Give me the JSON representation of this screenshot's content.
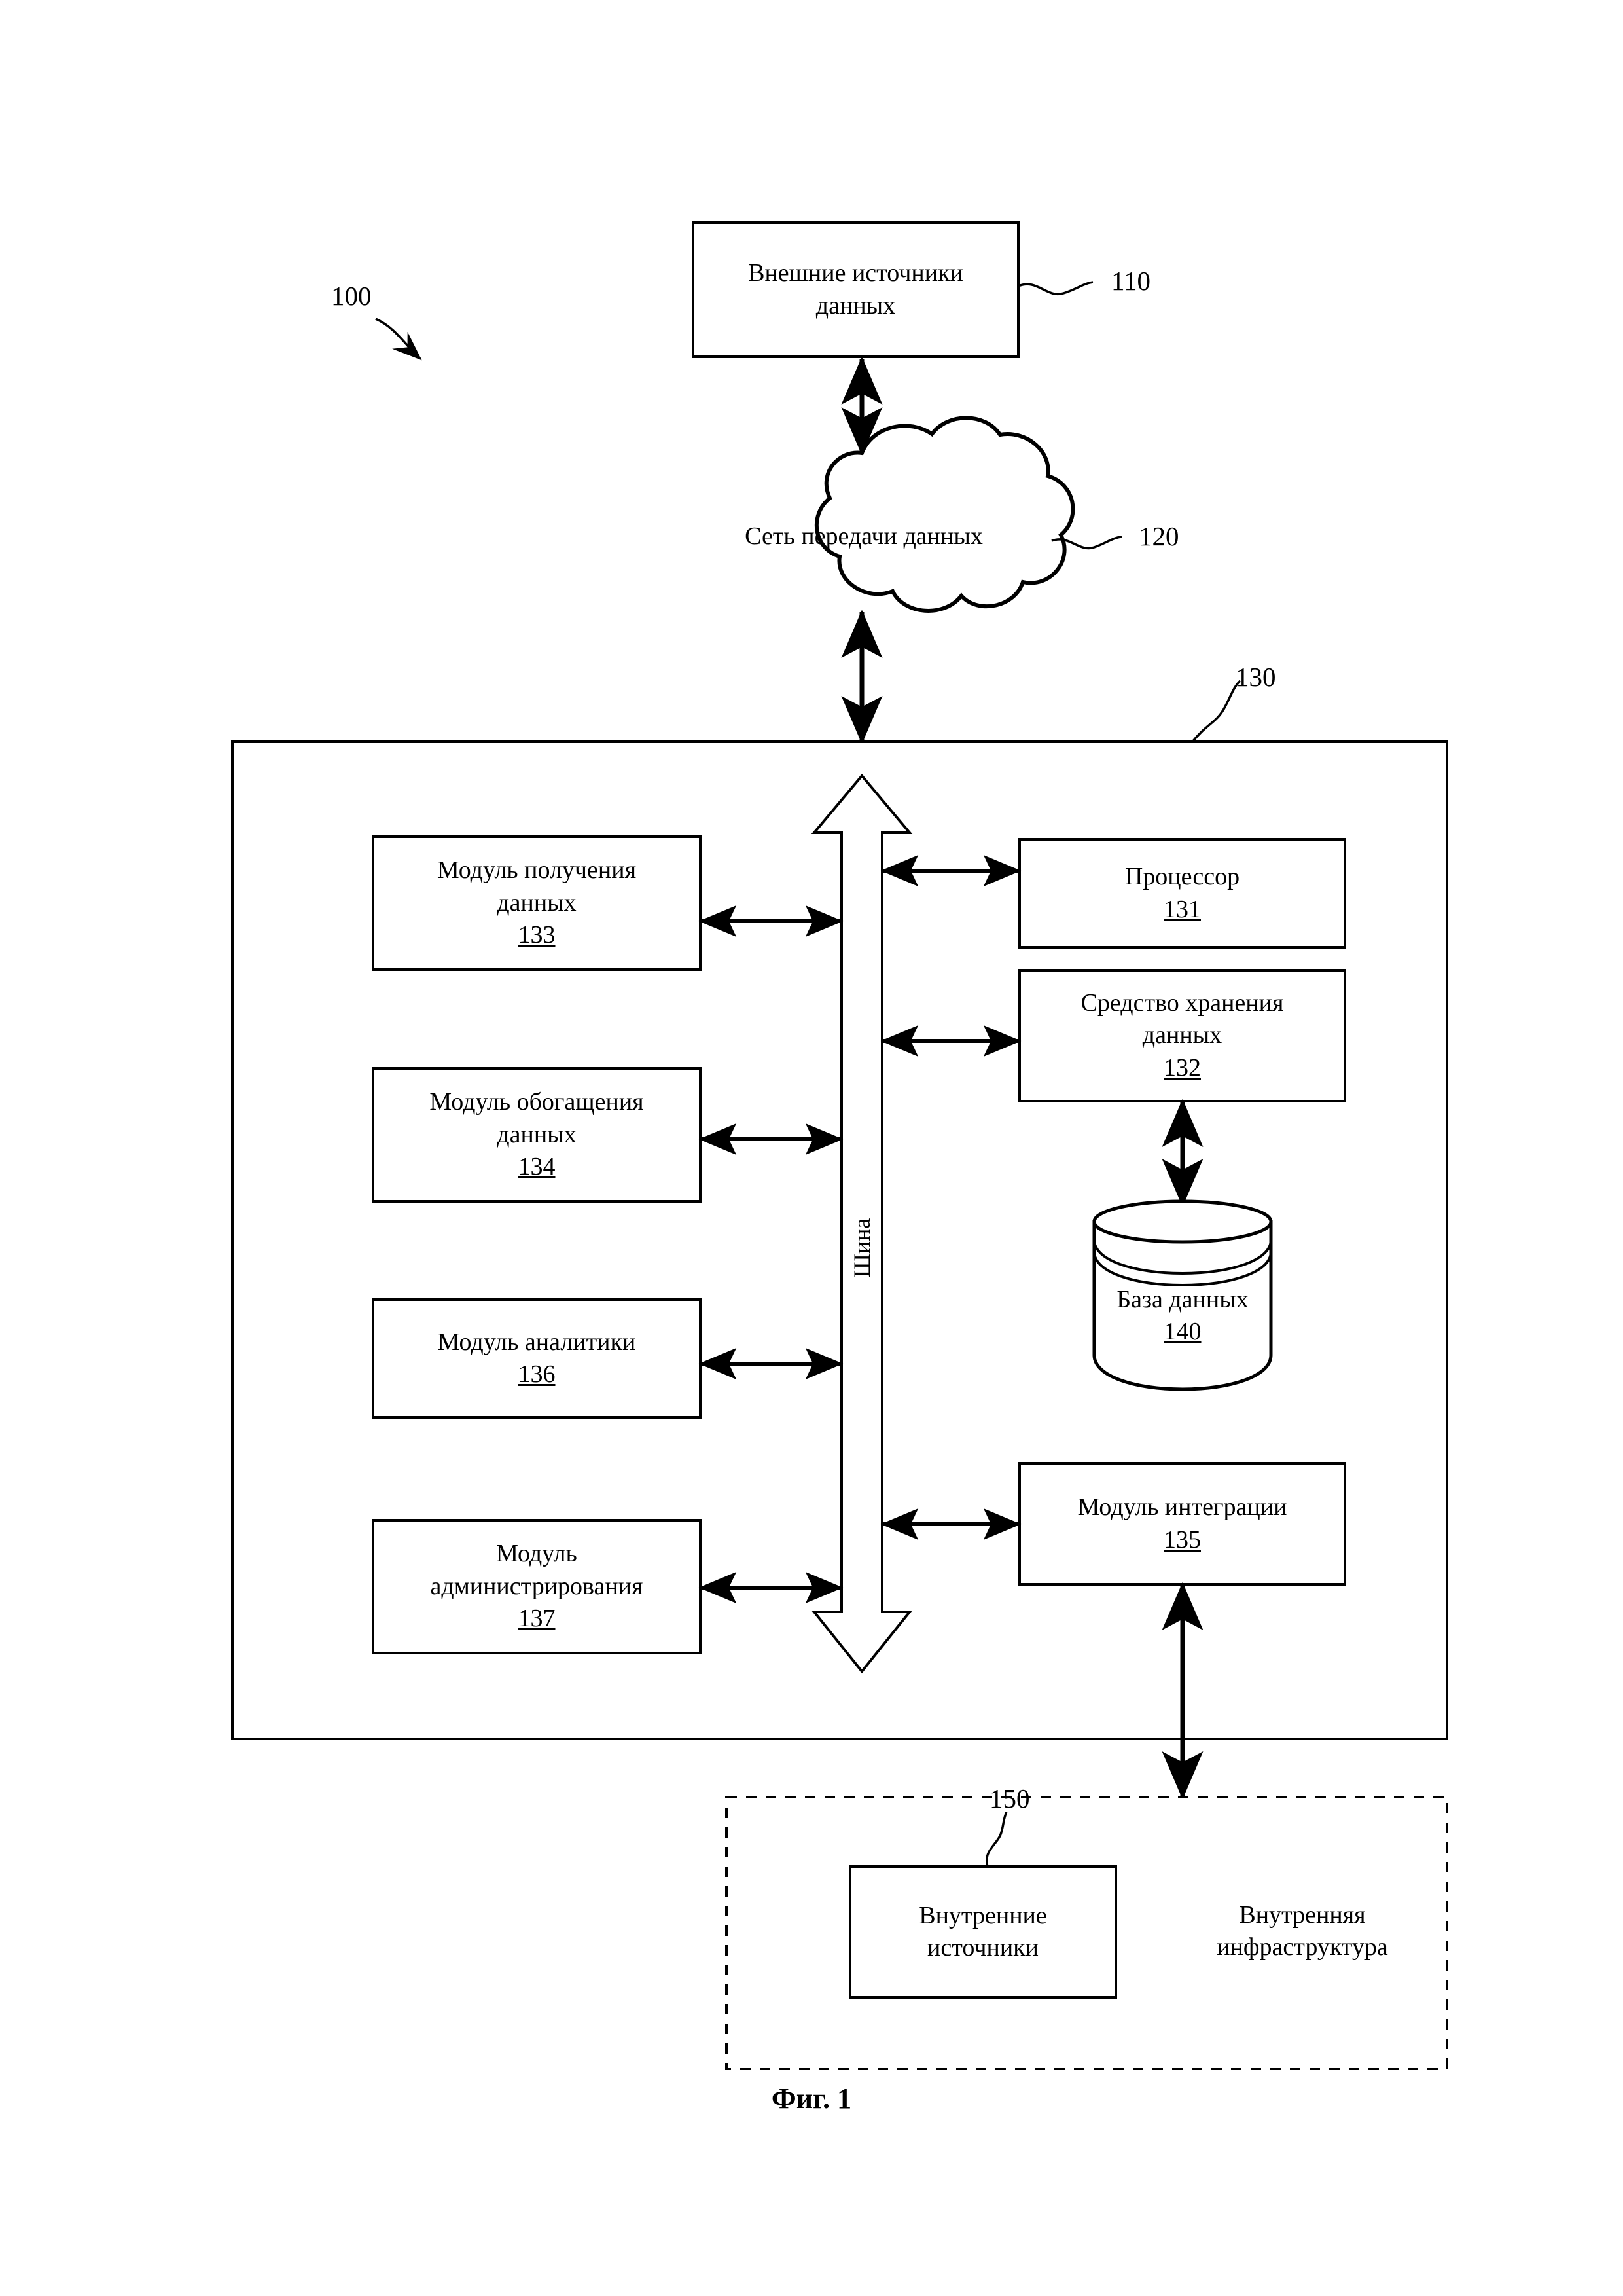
{
  "figure": {
    "caption": "Фиг. 1",
    "system_ref": "100"
  },
  "nodes": {
    "external_sources": {
      "title": "Внешние источники\nданных",
      "ref": "110"
    },
    "network": {
      "title": "Сеть передачи данных",
      "ref": "120"
    },
    "system": {
      "ref": "130"
    },
    "bus": {
      "label": "Шина"
    },
    "processor": {
      "title": "Процессор",
      "num": "131"
    },
    "storage": {
      "title": "Средство хранения\nданных",
      "num": "132"
    },
    "acquisition_module": {
      "title": "Модуль получения\nданных",
      "num": "133"
    },
    "enrichment_module": {
      "title": "Модуль обогащения\nданных",
      "num": "134"
    },
    "analytics_module": {
      "title": "Модуль аналитики",
      "num": "136"
    },
    "administration_module": {
      "title": "Модуль\nадминистрирования",
      "num": "137"
    },
    "integration_module": {
      "title": "Модуль интеграции",
      "num": "135"
    },
    "database": {
      "title": "База данных",
      "num": "140"
    },
    "internal_sources": {
      "title": "Внутренние\nисточники",
      "ref": "150"
    },
    "internal_infrastructure": {
      "title": "Внутренняя\nинфраструктура"
    }
  },
  "colors": {
    "stroke": "#000000",
    "fill": "#ffffff",
    "background": "#ffffff"
  }
}
